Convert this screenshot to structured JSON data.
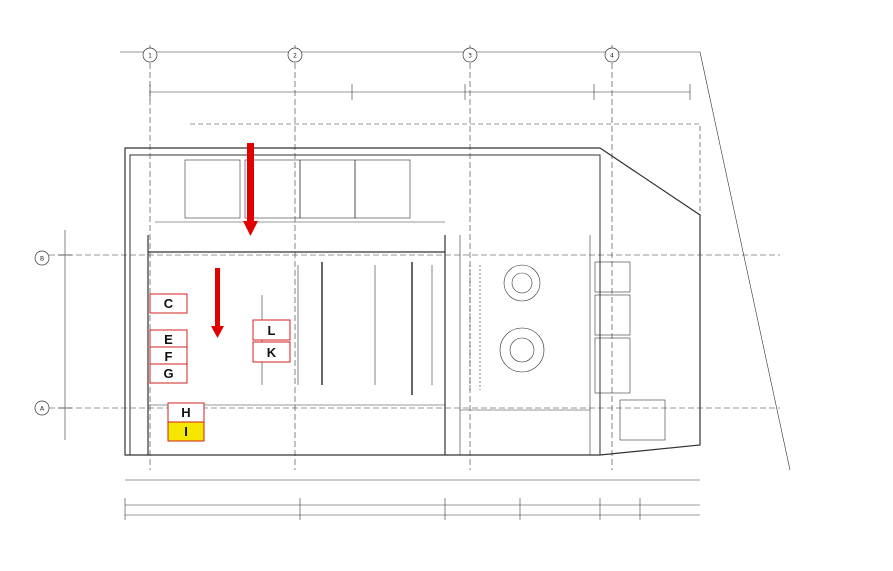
{
  "axes": {
    "columns": [
      "1",
      "2",
      "3",
      "4"
    ],
    "rows": [
      "B",
      "A"
    ]
  },
  "unit_labels": [
    "H",
    "I",
    "C",
    "E",
    "F",
    "G",
    "L",
    "K"
  ],
  "marker_colors": {
    "label_border": "#d02020",
    "arrow": "#e00000",
    "highlight": "#f5e600"
  }
}
